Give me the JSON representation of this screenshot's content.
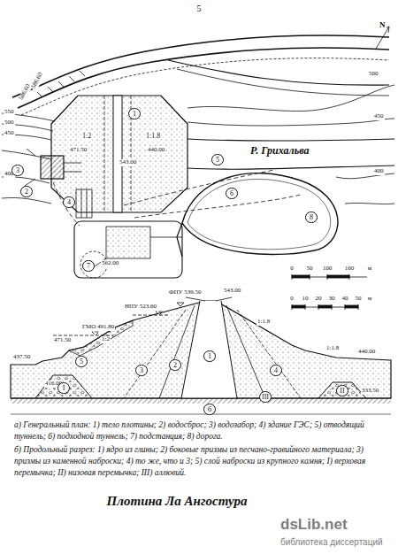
{
  "diagram": {
    "title": "Плотина Ла Ангостура",
    "labels": [
      "5",
      "N",
      "586.60",
      "586.60",
      "550",
      "500",
      "450",
      "500",
      "450",
      "400",
      "400",
      "Р. Грихальва",
      "1:2",
      "1:1.8",
      "471.50",
      "543.00",
      "440.00",
      "1",
      "2",
      "3",
      "4",
      "5",
      "6",
      "7",
      "562.00",
      "8",
      "0",
      "50",
      "100",
      "160",
      "м",
      "ФПУ 539.50",
      "543.00",
      "НПУ 523.60",
      "ГМО 491.80",
      "471.50",
      "437.50",
      "416.00",
      "440.00",
      "333.50",
      "1:2",
      "1:1.8",
      "1:1.8",
      "1",
      "2",
      "3",
      "4",
      "5",
      "I",
      "II",
      "III",
      "0",
      "10",
      "20",
      "30",
      "40",
      "50",
      "м",
      "б",
      "а) Генеральный план: 1) тело плотины; 2) водосброс; 3) водозабор; 4) здание ГЭС; 5) отводящий туннель; 6) подходной туннель; 7) подстанция; 8) дорога.",
      "б) Продольный разрез: 1) ядро из глины; 2) боковые призмы из песчано-гравийного материала; 3) призмы из каменной наброски; 4) то же, что и 3; 5) слой наброски из крупного камня; I) верховая перемычка; II) низовая перемычка; III) аллювий.",
      "dsLib.net",
      "библиотека диссертаций"
    ]
  }
}
